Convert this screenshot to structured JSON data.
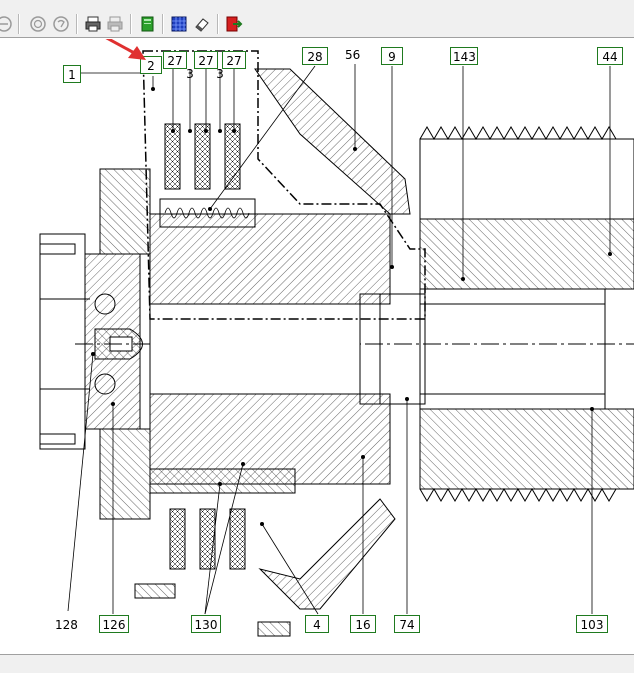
{
  "toolbar": {
    "buttons": [
      {
        "icon": "zoom-out-icon"
      },
      {
        "icon": "zoom-in-icon"
      },
      {
        "icon": "zoom-reset-icon"
      },
      {
        "icon": "print-icon"
      },
      {
        "icon": "print-preview-icon"
      },
      {
        "icon": "green-book-icon"
      },
      {
        "icon": "blue-grid-icon"
      },
      {
        "icon": "eraser-icon"
      },
      {
        "icon": "export-icon"
      }
    ]
  },
  "colors": {
    "callout_border": "#1f7a1f",
    "arrow": "#e03030",
    "drawing": "#000000"
  },
  "drawing": {
    "callouts_boxed": [
      {
        "id": "c1",
        "label": "1"
      },
      {
        "id": "c2",
        "label": "2"
      },
      {
        "id": "c27a",
        "label": "27"
      },
      {
        "id": "c3a",
        "label": "3"
      },
      {
        "id": "c27b",
        "label": "27"
      },
      {
        "id": "c3b",
        "label": "3"
      },
      {
        "id": "c27c",
        "label": "27"
      },
      {
        "id": "c28",
        "label": "28"
      },
      {
        "id": "c9",
        "label": "9"
      },
      {
        "id": "c143",
        "label": "143"
      },
      {
        "id": "c44",
        "label": "44"
      },
      {
        "id": "c126",
        "label": "126"
      },
      {
        "id": "c130",
        "label": "130"
      },
      {
        "id": "c4",
        "label": "4"
      },
      {
        "id": "c16",
        "label": "16"
      },
      {
        "id": "c74",
        "label": "74"
      },
      {
        "id": "c103",
        "label": "103"
      }
    ],
    "callouts_plain": [
      {
        "id": "p56",
        "label": "56"
      },
      {
        "id": "p128",
        "label": "128"
      }
    ]
  }
}
